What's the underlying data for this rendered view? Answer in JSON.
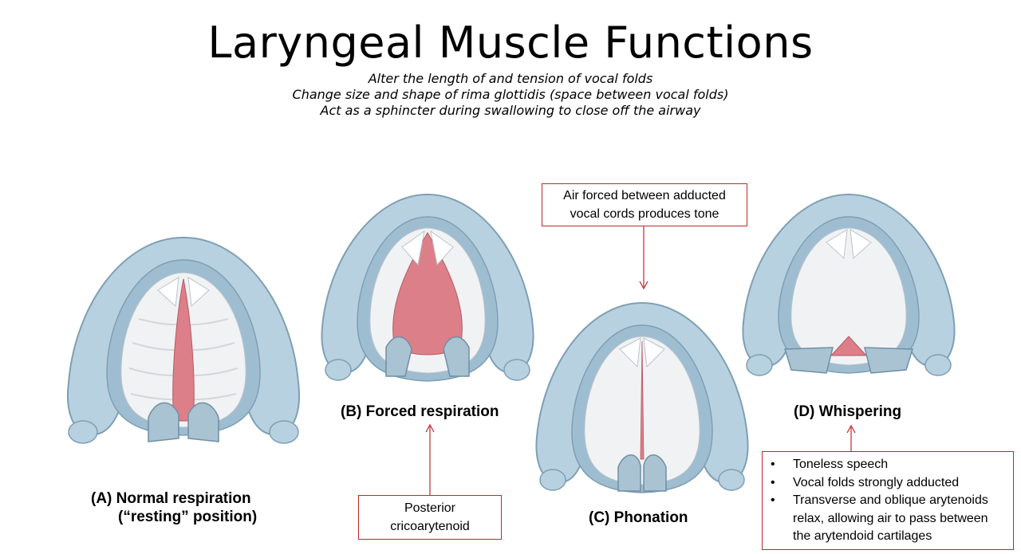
{
  "title": "Laryngeal Muscle Functions",
  "subtitles": [
    "Alter the length of and tension of vocal folds",
    "Change size and shape of rima glottidis (space between vocal folds)",
    "Act as a sphincter during swallowing to close off the airway"
  ],
  "panels": {
    "a": {
      "caption_line1": "(A) Normal respiration",
      "caption_line2": "(“resting” position)"
    },
    "b": {
      "caption": "(B) Forced respiration"
    },
    "c": {
      "caption": "(C) Phonation"
    },
    "d": {
      "caption": "(D) Whispering"
    }
  },
  "callouts": {
    "phonation": {
      "line1": "Air forced between adducted",
      "line2": "vocal cords produces tone"
    },
    "forced": {
      "line1": "Posterior",
      "line2": "cricoarytenoid"
    },
    "whispering": [
      "Toneless speech",
      "Vocal folds strongly adducted",
      "Transverse and oblique arytenoids relax, allowing air to pass between the arytendoid cartilages"
    ]
  },
  "colors": {
    "cartilage": "#b8d1e0",
    "cartilage_edge": "#7e9fb4",
    "glottis": "#dc7f88",
    "fold": "#f1f2f4",
    "callout_border": "#c0272d"
  }
}
